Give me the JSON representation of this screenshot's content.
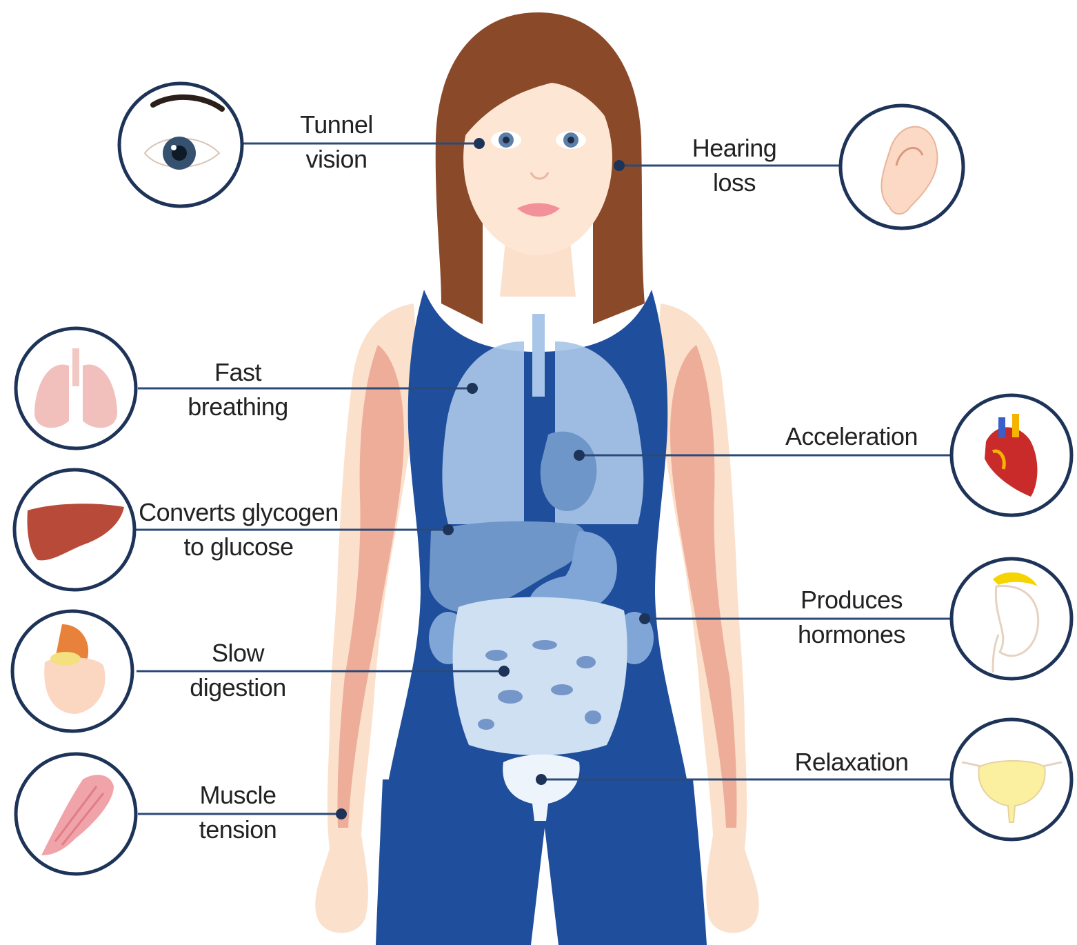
{
  "labels": {
    "tunnel_vision": [
      "Tunnel",
      "vision"
    ],
    "hearing_loss": [
      "Hearing",
      "loss"
    ],
    "fast_breathing": [
      "Fast",
      "breathing"
    ],
    "acceleration": [
      "Acceleration"
    ],
    "converts_glycogen": [
      "Converts glycogen",
      "to glucose"
    ],
    "produces_hormones": [
      "Produces",
      "hormones"
    ],
    "slow_digestion": [
      "Slow",
      "digestion"
    ],
    "relaxation": [
      "Relaxation"
    ],
    "muscle_tension": [
      "Muscle",
      "tension"
    ]
  },
  "icons": {
    "eye": "eye-icon",
    "ear": "ear-icon",
    "lungs": "lungs-icon",
    "heart": "heart-icon",
    "liver": "liver-icon",
    "kidney": "kidney-icon",
    "digestive": "stomach-intestine-icon",
    "bladder": "bladder-icon",
    "muscle": "muscle-icon"
  },
  "colors": {
    "shirt": "#1e4e9c",
    "organ": "#a9c6e8",
    "line": "#2b4a78",
    "skin": "#fbe0cc",
    "hair": "#8a4a2a"
  }
}
